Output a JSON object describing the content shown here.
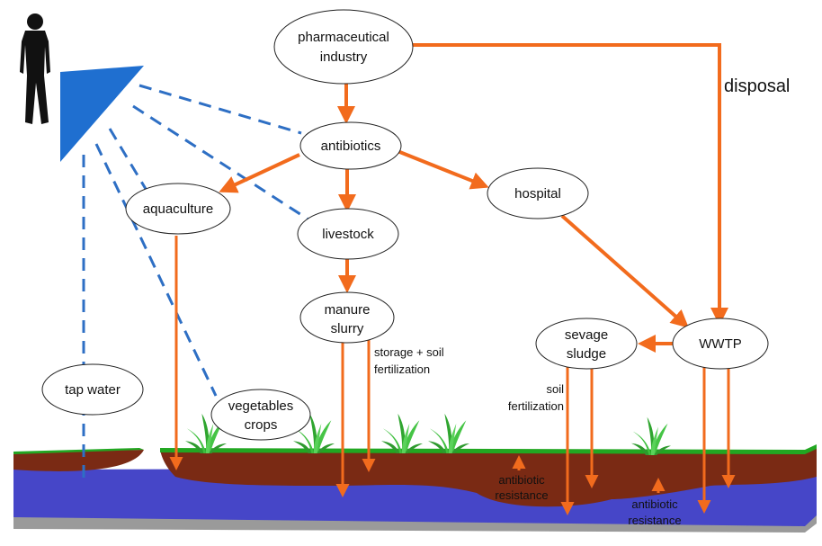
{
  "colors": {
    "arrow": "#f26b1d",
    "dash": "#2e6fc4",
    "water": "#4646c8",
    "soil": "#7a2a14",
    "grass": "#22a722",
    "base": "#9a9a9a",
    "cone": "#1f6fd0",
    "plant": "#3fbf3f"
  },
  "nodes": {
    "pharma": {
      "line1": "pharmaceutical",
      "line2": "industry"
    },
    "antibiotics": "antibiotics",
    "aquaculture": "aquaculture",
    "livestock": "livestock",
    "hospital": "hospital",
    "manure": {
      "line1": "manure",
      "line2": "slurry"
    },
    "sludge": {
      "line1": "sevage",
      "line2": "sludge"
    },
    "wwtp": "WWTP",
    "tapwater": "tap water",
    "vegetables": {
      "line1": "vegetables",
      "line2": "crops"
    }
  },
  "labels": {
    "disposal": "disposal",
    "storage": {
      "line1": "storage + soil",
      "line2": "fertilization"
    },
    "soil_fert": {
      "line1": "soil",
      "line2": "fertilization"
    },
    "resistance_soil": {
      "line1": "antibiotic",
      "line2": "resistance"
    },
    "resistance_water": {
      "line1": "antibiotic",
      "line2": "resistance"
    }
  },
  "icons": [
    "person-silhouette-icon",
    "exposure-cone-icon",
    "plant-icon"
  ]
}
